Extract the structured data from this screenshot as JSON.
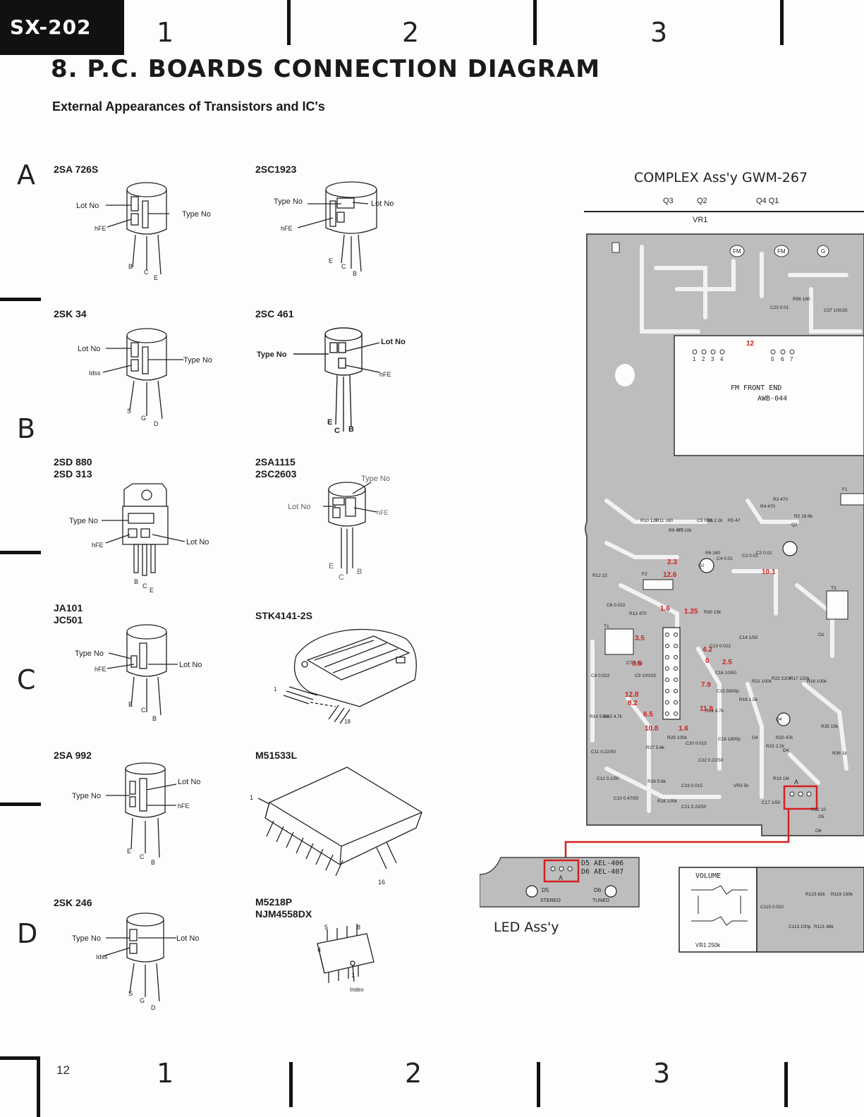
{
  "header": {
    "model": "SX-202",
    "columns": [
      "1",
      "2",
      "3"
    ],
    "title": "8. P.C. BOARDS CONNECTION DIAGRAM",
    "subtitle": "External Appearances of Transistors and IC's"
  },
  "rows": [
    "A",
    "B",
    "C",
    "D"
  ],
  "footer": {
    "page_number": "12",
    "columns": [
      "1",
      "2",
      "3"
    ]
  },
  "parts": [
    {
      "name": "2SA 726S",
      "labels": [
        "Lot No",
        "Type No",
        "hFE"
      ],
      "pins": [
        "B",
        "C",
        "E"
      ]
    },
    {
      "name": "2SC1923",
      "labels": [
        "Type No",
        "Lot No",
        "hFE"
      ],
      "pins": [
        "E",
        "C",
        "B"
      ]
    },
    {
      "name": "2SK 34",
      "labels": [
        "Lot No",
        "Type No",
        "Idss"
      ],
      "pins": [
        "S",
        "G",
        "D"
      ]
    },
    {
      "name": "2SC 461",
      "labels": [
        "Type No",
        "Lot No",
        "hFE"
      ],
      "pins": [
        "E",
        "C",
        "B"
      ]
    },
    {
      "name": "2SD 880",
      "name2": "2SD 313",
      "labels": [
        "Type No",
        "hFE",
        "Lot No"
      ],
      "pins": [
        "B",
        "C",
        "E"
      ]
    },
    {
      "name": "2SA1115",
      "name2": "2SC2603",
      "labels": [
        "Type No",
        "Lot No",
        "hFE"
      ],
      "pins": [
        "E",
        "C",
        "B"
      ]
    },
    {
      "name": "JA101",
      "name2": "JC501",
      "labels": [
        "Type No",
        "hFE",
        "Lot No"
      ],
      "pins": [
        "E",
        "C",
        "B"
      ]
    },
    {
      "name": "STK4141-2S",
      "labels": [],
      "pins": [
        "1",
        "18"
      ]
    },
    {
      "name": "2SA 992",
      "labels": [
        "Lot No",
        "Type No",
        "hFE"
      ],
      "pins": [
        "E",
        "C",
        "B"
      ]
    },
    {
      "name": "M51533L",
      "labels": [],
      "pins": [
        "1",
        "16"
      ]
    },
    {
      "name": "2SK 246",
      "labels": [
        "Type No",
        "Lot No",
        "Idss"
      ],
      "pins": [
        "S",
        "G",
        "D"
      ]
    },
    {
      "name": "M5218P",
      "name2": "NJM4558DX",
      "labels": [
        "Index"
      ],
      "pins": [
        "1",
        "4",
        "5",
        "8"
      ]
    }
  ],
  "board": {
    "title": "COMPLEX  Ass'y  GWM-267",
    "top_refs": [
      "Q3",
      "Q2",
      "Q4  Q1"
    ],
    "vr_ref": "VR1",
    "front_end": "FM FRONT END",
    "front_end_id": "AWB-044",
    "connector_letter": "A",
    "volume_label": "VOLUME",
    "volume_ref": "VR1  250k",
    "circles": [
      "FM",
      "FM",
      "G"
    ],
    "pin_numbers": [
      "1",
      "2",
      "3",
      "4",
      "5",
      "6",
      "7"
    ],
    "voltages": [
      "12",
      "2.3",
      "12.6",
      "10.1",
      "1.6",
      "1.25",
      "3.5",
      "0.5",
      "4.2",
      "0",
      "2.5",
      "7.9",
      "12.8",
      "8.2",
      "6.5",
      "10.8",
      "1.6",
      "11.8"
    ],
    "small_labels": [
      "C23 0.01",
      "R56 180",
      "C37 100/25",
      "R10 12k",
      "R11 180",
      "R9 470",
      "R7 10k",
      "C5 0.01",
      "R8 2.2k",
      "R5 47",
      "R4 470",
      "R3 470",
      "R2 18.6k",
      "R6 180",
      "C4 0.01",
      "C3 0.01",
      "C2 0.01",
      "R12 22",
      "C6 0.022",
      "R13 470",
      "R30 15k",
      "C13 0.022",
      "C14 1/50",
      "C7 0.5p",
      "C9 100/25",
      "C8 0.022",
      "C16 10/50",
      "C15 5600p",
      "R16 1.5k",
      "R21 100k",
      "R22 220k",
      "R17 220k",
      "R18 100k",
      "R14 510k",
      "R15 4.7k",
      "R24 4.7k",
      "R29 100k",
      "R27 5.6k",
      "C11 0.22/50",
      "C12 0.1/50",
      "C20 0.015",
      "C18 1800p",
      "C22 0.22/50",
      "R26 5.6k",
      "R28 100k",
      "C19 0.015",
      "C10 0.47/50",
      "C21 0.22/50",
      "R23 2.2k",
      "R20 47k",
      "R35 15k",
      "R36 1k",
      "R19 1M",
      "C17 1/50",
      "R32 10",
      "VR3 5k",
      "F2",
      "T1",
      "T3",
      "F1",
      "Q4",
      "D4",
      "Q1",
      "Q2",
      "O1",
      "O4",
      "O5",
      "O6",
      "R123 82k",
      "R119 150k",
      "C115 0.022",
      "C113 100p",
      "R121 68k"
    ]
  },
  "led": {
    "label": "LED Ass'y",
    "ref1": "D5 AEL-406",
    "ref2": "D6 AEL-407",
    "d5": "D5",
    "d5_tag": "STEREO",
    "d6": "D6",
    "d6_tag": "TUNED",
    "connector_letter": "A"
  },
  "colors": {
    "board_fill": "#bdbdbd",
    "trace": "#f2f2f2",
    "annotation": "#d42020",
    "ink": "#1a1a1a"
  }
}
